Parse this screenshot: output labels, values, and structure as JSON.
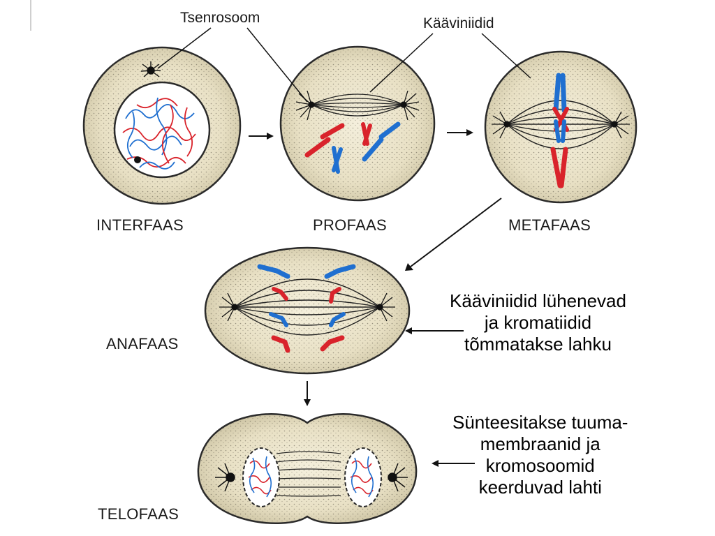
{
  "labels": {
    "centrosome": "Tsenrosoom",
    "spindle": "Kääviniidid"
  },
  "stages": [
    {
      "name": "INTERFAAS"
    },
    {
      "name": "PROFAAS"
    },
    {
      "name": "METAFAAS"
    },
    {
      "name": "ANAFAAS"
    },
    {
      "name": "TELOFAAS"
    }
  ],
  "notes": {
    "anaphase": [
      "Kääviniidid lühenevad",
      "ja kromatiidid",
      "tõmmatakse lahku"
    ],
    "telophase": [
      "Sünteesitakse tuuma-",
      "membraanid ja",
      "kromosoomid",
      "keerduvad lahti"
    ]
  },
  "colors": {
    "cell_fill": "#e9e2c9",
    "cell_stroke": "#2a2a2a",
    "chromosome_red": "#d9232b",
    "chromosome_blue": "#1f6fd0"
  }
}
